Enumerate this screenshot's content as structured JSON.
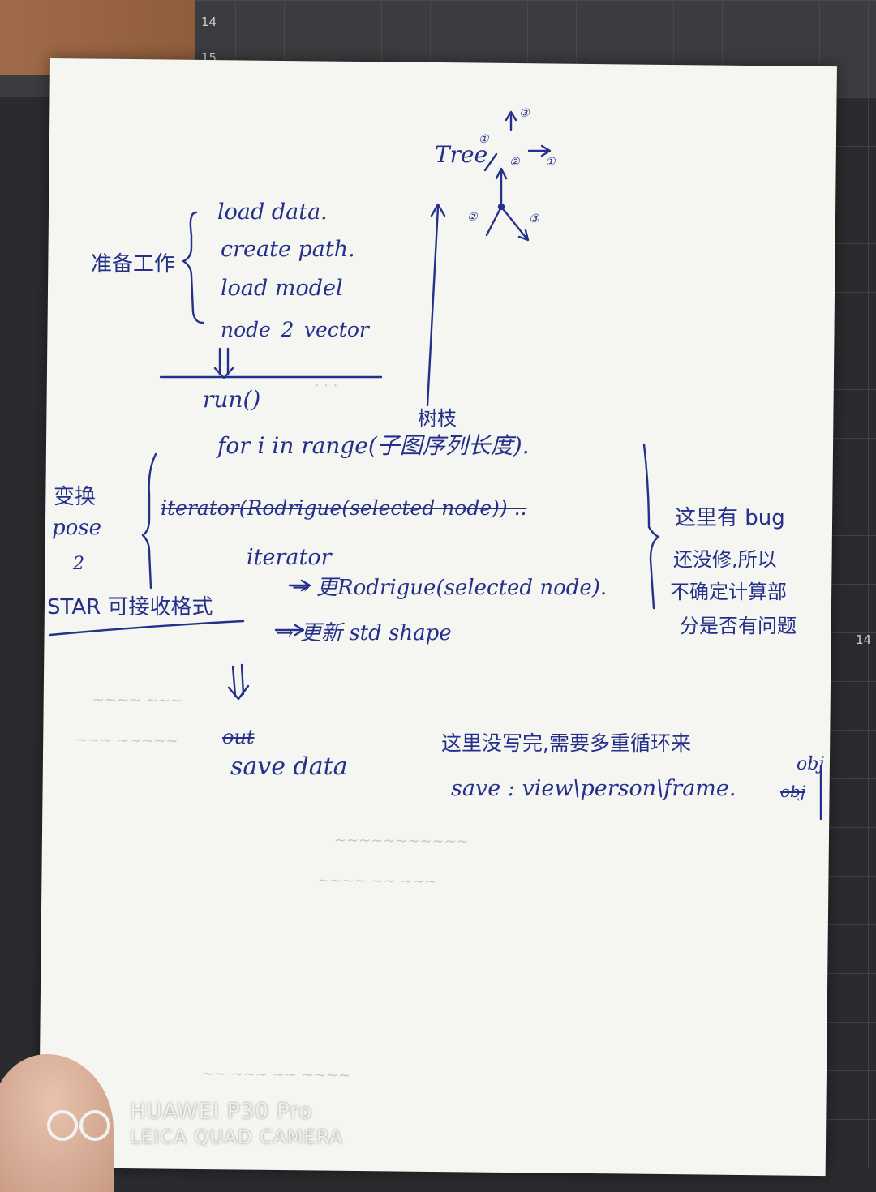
{
  "background": {
    "mat_numbers": [
      "14",
      "15",
      "14"
    ]
  },
  "notes": {
    "tree_label": "Tree",
    "tree_marks": [
      "①",
      "②",
      "③",
      "①",
      "②",
      "③"
    ],
    "prep_label": "准备工作",
    "prep_steps": [
      "load data.",
      "create path.",
      "load model",
      "node_2_vector"
    ],
    "run_line": "run()",
    "for_line": "for i in range(子图序列长度).",
    "for_annotation": "树枝",
    "transform_label": [
      "变换",
      "pose",
      "2",
      "STAR 可接收格式"
    ],
    "struck_line": "iterator(Rodrigue(selected node)) ..",
    "iterator_line": "iterator",
    "rodrigue_line": "→ 更Rodrigue(selected node).",
    "update_line": "→ 更新  std shape",
    "bug_note": [
      "这里有 bug",
      "还没修,所以",
      "不确定计算部",
      "分是否有问题"
    ],
    "out_struck": "out",
    "save_data": "save data",
    "unfinished_note": "这里没写完,需要多重循环来",
    "save_line": "save :   view\\person\\frame.",
    "save_ext_struck": "obj",
    "save_ext_new": "obj"
  },
  "watermark": {
    "line1": "HUAWEI P30 Pro",
    "line2": "LEICA QUAD CAMERA"
  }
}
